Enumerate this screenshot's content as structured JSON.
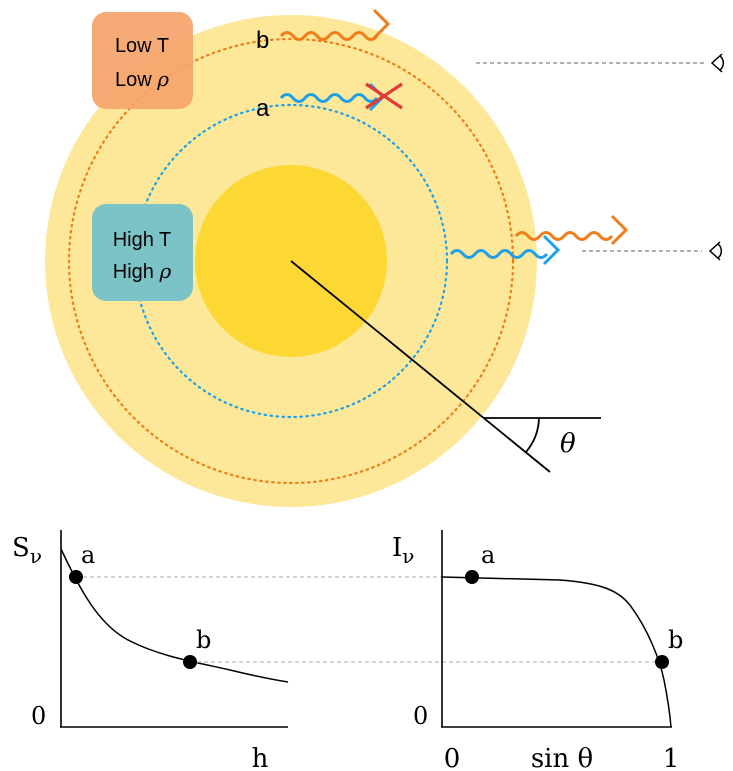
{
  "colors": {
    "outer_layer": "#fde89a",
    "core": "#fdd835",
    "orange": "#ef7d1a",
    "blue": "#1ea1e8",
    "red": "#e53935",
    "low_box": "#f5a46b",
    "high_box": "#7cc3c8",
    "gray_dash": "#999999",
    "ink": "#000000"
  },
  "star": {
    "low_region": {
      "line1": "Low T",
      "line2_prefix": "Low ",
      "line2_symbol": "ρ"
    },
    "high_region": {
      "line1": "High T",
      "line2_prefix": "High ",
      "line2_symbol": "ρ"
    },
    "photon_a_label": "a",
    "photon_b_label": "b",
    "angle_label": "θ"
  },
  "source_plot": {
    "y_label_main": "S",
    "y_label_sub": "ν",
    "x_label": "h",
    "y_zero": "0",
    "point_a_label": "a",
    "point_b_label": "b",
    "point_a": {
      "h": 0.07,
      "S": 0.8
    },
    "point_b": {
      "h": 0.61,
      "S": 0.4
    }
  },
  "intensity_plot": {
    "y_label_main": "I",
    "y_label_sub": "ν",
    "x_label": "sin θ",
    "x_tick_0": "0",
    "x_tick_1": "1",
    "y_zero": "0",
    "point_a_label": "a",
    "point_b_label": "b",
    "point_a": {
      "sin_theta": 0.13,
      "I": 0.8
    },
    "point_b": {
      "sin_theta": 0.97,
      "I": 0.4
    }
  }
}
